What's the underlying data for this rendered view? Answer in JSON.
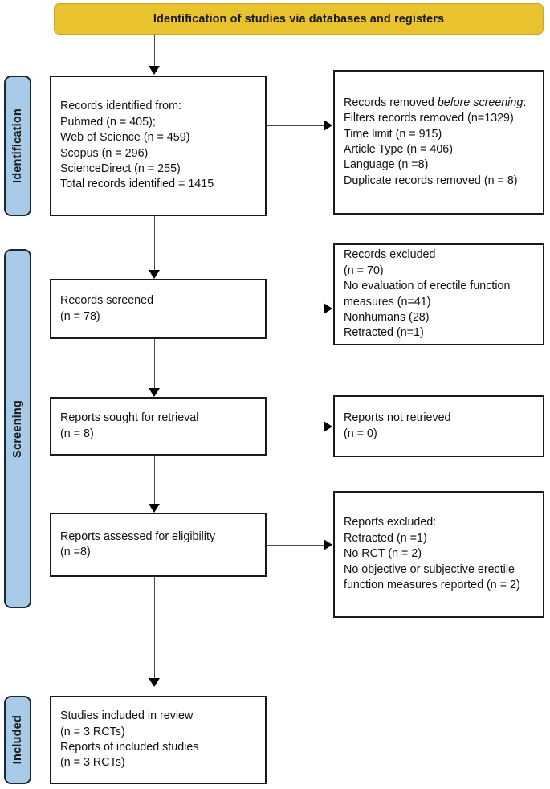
{
  "banner": {
    "title": "Identification of studies via databases and registers"
  },
  "stages": [
    {
      "id": "identification",
      "label": "Identification"
    },
    {
      "id": "screening",
      "label": "Screening"
    },
    {
      "id": "included",
      "label": "Included"
    }
  ],
  "colors": {
    "banner_fill": "#E8C32E",
    "stage_fill": "#A8CCE8",
    "box_border": "#1a1a1a",
    "connector": "#4a4a4a",
    "text": "#111111"
  },
  "boxes": {
    "identified": {
      "name": "records-identified",
      "lines": [
        "Records identified from:",
        "Pubmed (n = 405);",
        "Web of Science (n = 459)",
        "Scopus (n = 296)",
        "ScienceDirect (n = 255)",
        "Total records identified = 1415"
      ]
    },
    "removed": {
      "name": "records-removed-before-screening",
      "lead_plain": "Records removed ",
      "lead_italic": "before screening",
      "lead_suffix": ":",
      "lines": [
        "Filters records removed (n=1329)",
        "Time limit (n = 915)",
        "Article Type (n = 406)",
        "Language (n =8)",
        "Duplicate records removed (n = 8)"
      ]
    },
    "screened": {
      "name": "records-screened",
      "lines": [
        "Records screened",
        "(n = 78)"
      ]
    },
    "records_excluded": {
      "name": "records-excluded",
      "lines": [
        "Records excluded",
        "(n = 70)",
        "No evaluation of erectile function measures (n=41)",
        "Nonhumans (28)",
        "Retracted (n=1)"
      ]
    },
    "sought": {
      "name": "reports-sought-for-retrieval",
      "lines": [
        "Reports sought for retrieval",
        "(n = 8)"
      ]
    },
    "not_retrieved": {
      "name": "reports-not-retrieved",
      "lines": [
        "Reports not retrieved",
        "(n = 0)"
      ]
    },
    "eligibility": {
      "name": "reports-assessed-for-eligibility",
      "lines": [
        "Reports assessed for eligibility",
        "(n =8)"
      ]
    },
    "reports_excluded": {
      "name": "reports-excluded",
      "lines": [
        "Reports excluded:",
        "Retracted (n =1)",
        "No RCT (n = 2)",
        "No objective or subjective erectile function measures reported (n = 2)"
      ]
    },
    "included": {
      "name": "studies-included-in-review",
      "lines": [
        "Studies included in review",
        "(n = 3 RCTs)",
        "Reports of included studies",
        "(n = 3 RCTs)"
      ]
    }
  }
}
